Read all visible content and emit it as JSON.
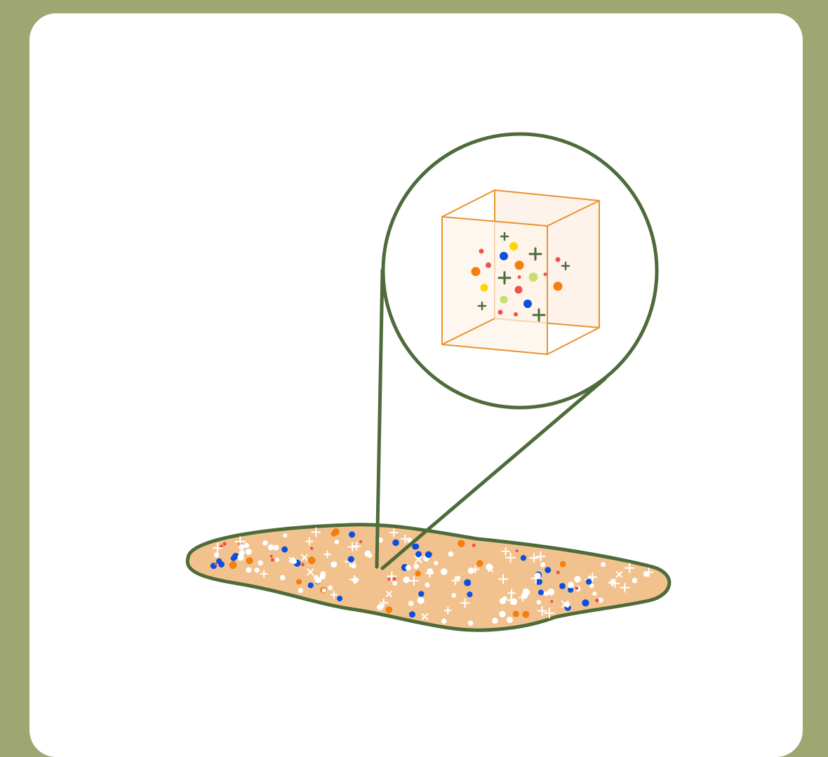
{
  "diagram": {
    "kind": "magnified sample illustration",
    "palette": {
      "background": "#9ea672",
      "panel": "#ffffff",
      "outline": "#4e6b3a",
      "puddle_fill": "#f2c28e",
      "cube_edge": "#e8922e",
      "cube_fill": "#fdf3ea",
      "particle_colors": [
        "#ffffff",
        "#f47f0c",
        "#0b4fe0",
        "#f0504a",
        "#ffd400",
        "#c9dd70",
        "#4e6b3a"
      ]
    },
    "particle_kinds": [
      "dot",
      "plus",
      "cross"
    ]
  }
}
